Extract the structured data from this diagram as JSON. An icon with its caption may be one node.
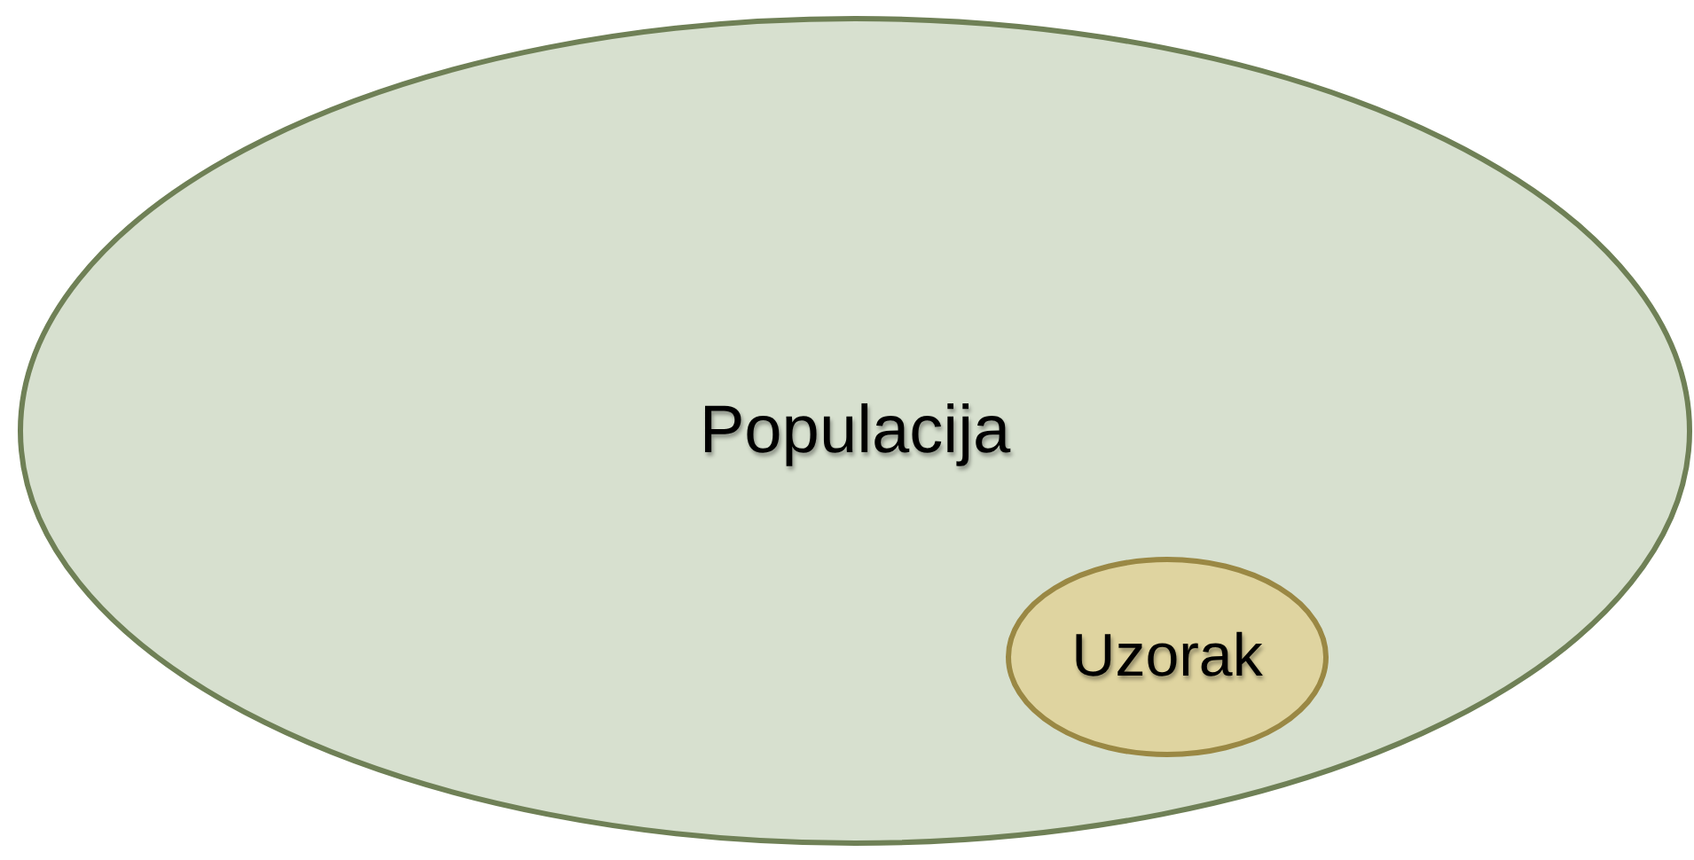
{
  "diagram": {
    "nodes": [
      {
        "text": [
          "Populacija"
        ]
      },
      {
        "text": [
          "Uzorak"
        ],
        "in": 0
      }
    ]
  }
}
